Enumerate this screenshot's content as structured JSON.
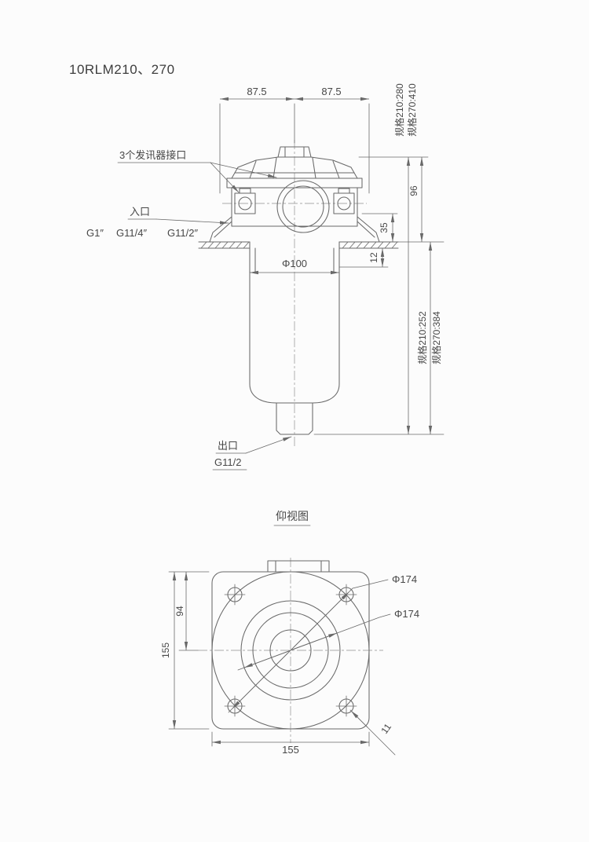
{
  "page": {
    "ink": "#696969",
    "text": "#474747",
    "bg": "#fcfcfc"
  },
  "title": "10RLM210、270",
  "front_view": {
    "dim_top_left": "87.5",
    "dim_top_right": "87.5",
    "spec_height_210": "规格210:280",
    "spec_height_270": "规格270:410",
    "dim_head_height": "96",
    "dim_flange_height": "35",
    "dim_plate_offset": "12",
    "dim_bowl_dia": "Φ100",
    "spec_depth_210": "规格210:252",
    "spec_depth_270": "规格270:384",
    "label_sensor_ports": "3个发讯器接口",
    "label_inlet": "入口",
    "inlet_threads": [
      "G1″",
      "G11/4″",
      "G11/2″"
    ],
    "label_outlet": "出口",
    "label_outlet_thread": "G11/2"
  },
  "bottom_view": {
    "title": "仰视图",
    "dim_bolt_circle": "Φ174",
    "dim_flange_dia": "Φ174",
    "dim_hole_offset": "94",
    "dim_width_v": "155",
    "dim_width_h": "155",
    "dim_hole_dia": "11"
  }
}
